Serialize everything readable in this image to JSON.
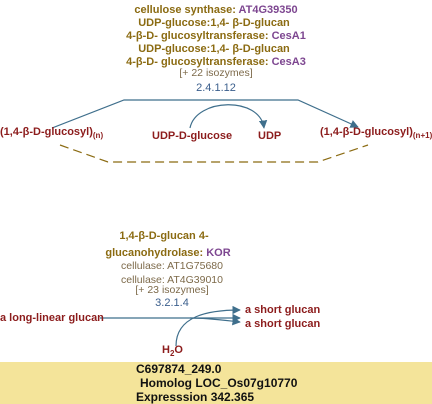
{
  "reaction1": {
    "enzymes": [
      {
        "name": "cellulose synthase: ",
        "gene": "AT4G39350"
      },
      {
        "name": "UDP-glucose:1,4- β-D-glucan",
        "gene": ""
      },
      {
        "name": "4-β-D- glucosyltransferase: ",
        "gene": "CesA1"
      },
      {
        "name": "UDP-glucose:1,4- β-D-glucan",
        "gene": ""
      },
      {
        "name": "4-β-D- glucosyltransferase: ",
        "gene": "CesA3"
      }
    ],
    "isozymes": "[+ 22 isozymes]",
    "ec": "2.4.1.12",
    "substrate": "(1,4-β-D-glucosyl)",
    "substrate_sub": "(n)",
    "cosubstrate": "UDP-D-glucose",
    "coproduct": "UDP",
    "product": "(1,4-β-D-glucosyl)",
    "product_sub": "(n+1)"
  },
  "reaction2": {
    "enzyme_line1": "1,4-β-D-glucan 4-",
    "enzyme_line2": "glucanohydrolase: ",
    "enzyme_gene": "KOR",
    "cellulases": [
      {
        "label": "cellulase: ",
        "gene": "AT1G75680"
      },
      {
        "label": "cellulase: ",
        "gene": "AT4G39010"
      }
    ],
    "isozymes": "[+ 23 isozymes]",
    "ec": "3.2.1.4",
    "substrate": "a long-linear glucan",
    "product1": "a short glucan",
    "product2": "a short glucan",
    "water": "H",
    "water_sub": "2",
    "water_o": "O"
  },
  "footer": {
    "line1": "C697874_249.0",
    "line2": "Homolog LOC_Os07g10770",
    "line3": "Expresssion 342.365"
  },
  "colors": {
    "enzyme": "#8b6b12",
    "gene": "#7d4690",
    "metabolite": "#8c1c1c",
    "arrow": "#3f6f8c",
    "dashed": "#8b6b12",
    "footer_bg": "#f4e49a"
  }
}
